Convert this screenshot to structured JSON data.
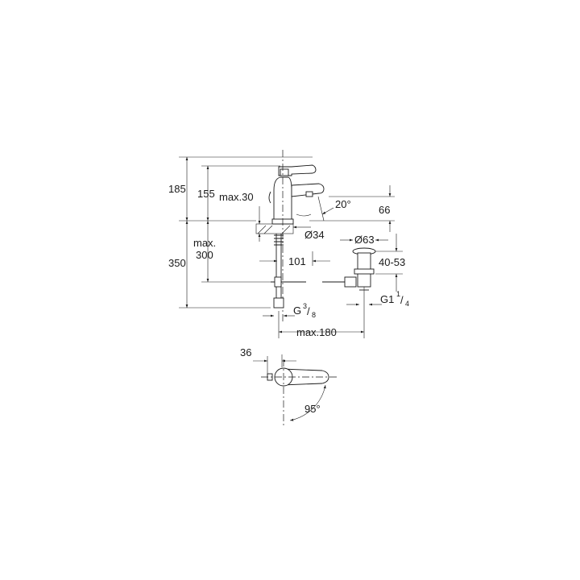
{
  "dimensions": {
    "d185": "185",
    "d155": "155",
    "max30": "max.30",
    "angle20": "20°",
    "d66": "66",
    "dia34": "Ø34",
    "dia63": "Ø63",
    "max": "max.",
    "d300": "300",
    "d350": "350",
    "d101": "101",
    "range4053": "40-53",
    "g": "G",
    "g38_num": "3",
    "g38_den": "8",
    "g114_whole": "G1",
    "g114_num": "1",
    "g114_den": "4",
    "max180": "max.180",
    "d36": "36",
    "angle95": "95°"
  }
}
